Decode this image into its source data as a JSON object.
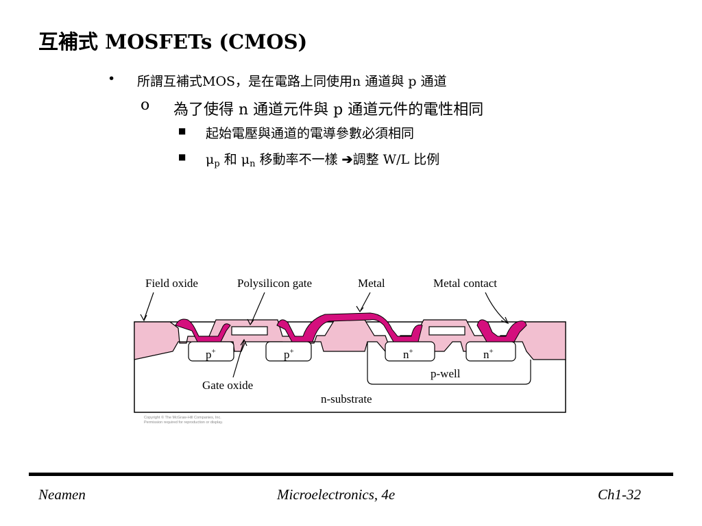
{
  "slide": {
    "title": "互補式 MOSFETs (CMOS)",
    "bullets": [
      {
        "marker": "•",
        "text": "所謂互補式MOS，是在電路上同使用n 通道與 p 通道"
      },
      {
        "marker": "o",
        "text": "為了使得 n 通道元件與 p 通道元件的電性相同"
      },
      {
        "marker": "■",
        "text": "起始電壓與通道的電導參數必須相同"
      },
      {
        "marker": "■",
        "mu": "μ",
        "sub_p": "p",
        "and": "和",
        "sub_n": "n",
        "text_mid": "移動率不一樣",
        "arrow": "➔",
        "text_end": "調整 W/L 比例"
      }
    ]
  },
  "diagram": {
    "labels": {
      "field_oxide": "Field oxide",
      "poly_gate": "Polysilicon gate",
      "metal": "Metal",
      "metal_contact": "Metal contact",
      "gate_oxide": "Gate oxide",
      "p_well": "p-well",
      "n_substrate": "n-substrate",
      "p_plus": "p",
      "n_plus": "n",
      "plus": "+"
    },
    "copyright": [
      "Copyright © The McGraw-Hill Companies, Inc.",
      "Permission required for reproduction or display."
    ],
    "colors": {
      "oxide": "#f2bfd0",
      "metal": "#d40f7d",
      "outline": "#000000"
    }
  },
  "footer": {
    "left": "Neamen",
    "center": "Microelectronics, 4e",
    "right": "Ch1-32"
  }
}
